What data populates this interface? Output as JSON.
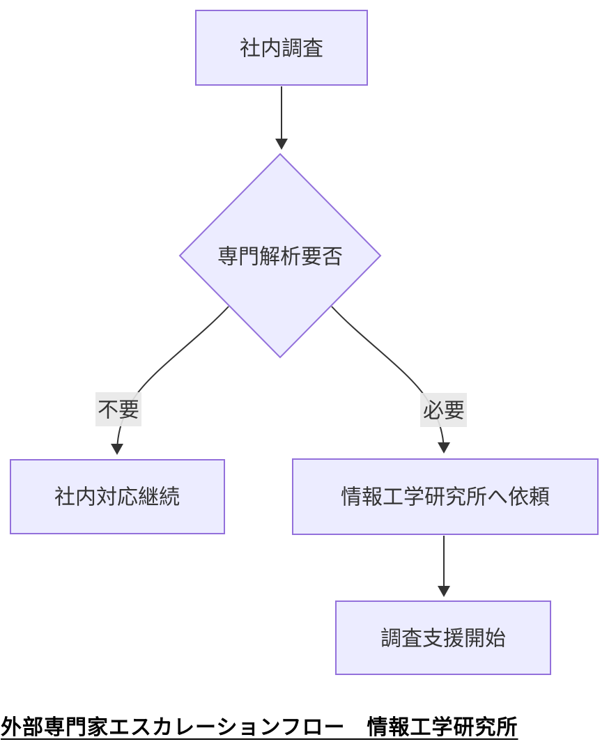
{
  "diagram": {
    "title": "外部専門家エスカレーションフロー　情報工学研究所",
    "nodes": [
      {
        "id": "A",
        "shape": "rect",
        "label": "社内調査"
      },
      {
        "id": "B",
        "shape": "diamond",
        "label": "専門解析要否"
      },
      {
        "id": "C",
        "shape": "rect",
        "label": "社内対応継続"
      },
      {
        "id": "D",
        "shape": "rect",
        "label": "情報工学研究所へ依頼"
      },
      {
        "id": "E",
        "shape": "rect",
        "label": "調査支援開始"
      }
    ],
    "edges": [
      {
        "from": "A",
        "to": "B",
        "label": ""
      },
      {
        "from": "B",
        "to": "C",
        "label": "不要"
      },
      {
        "from": "B",
        "to": "D",
        "label": "必要"
      },
      {
        "from": "D",
        "to": "E",
        "label": ""
      }
    ],
    "colors": {
      "node_fill": "#ECECFF",
      "node_border": "#9370DB",
      "edge_line": "#333333",
      "edge_label_bg": "#e8e8e8",
      "node_text": "#333333",
      "title_text": "#000000"
    }
  }
}
